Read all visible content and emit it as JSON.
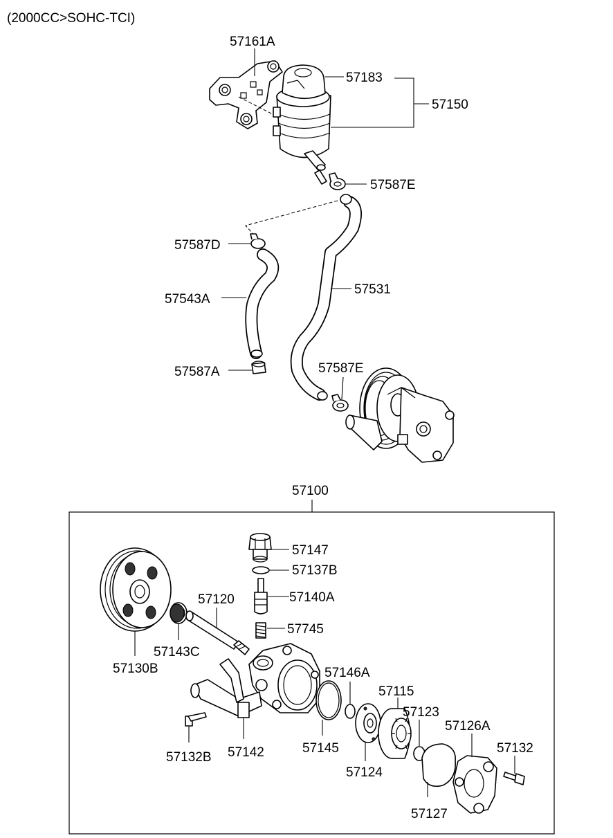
{
  "header": {
    "variant": "(2000CC>SOHC-TCI)"
  },
  "labels": {
    "p57161A": "57161A",
    "p57183": "57183",
    "p57150": "57150",
    "p57587E_top": "57587E",
    "p57587D": "57587D",
    "p57543A": "57543A",
    "p57531": "57531",
    "p57587A": "57587A",
    "p57587E_low": "57587E",
    "p57100": "57100",
    "p57147": "57147",
    "p57137B": "57137B",
    "p57140A": "57140A",
    "p57745": "57745",
    "p57120": "57120",
    "p57143C": "57143C",
    "p57130B": "57130B",
    "p57146A": "57146A",
    "p57115": "57115",
    "p57123": "57123",
    "p57126A": "57126A",
    "p57132": "57132",
    "p57145": "57145",
    "p57124": "57124",
    "p57127": "57127",
    "p57132B": "57132B",
    "p57142": "57142"
  }
}
